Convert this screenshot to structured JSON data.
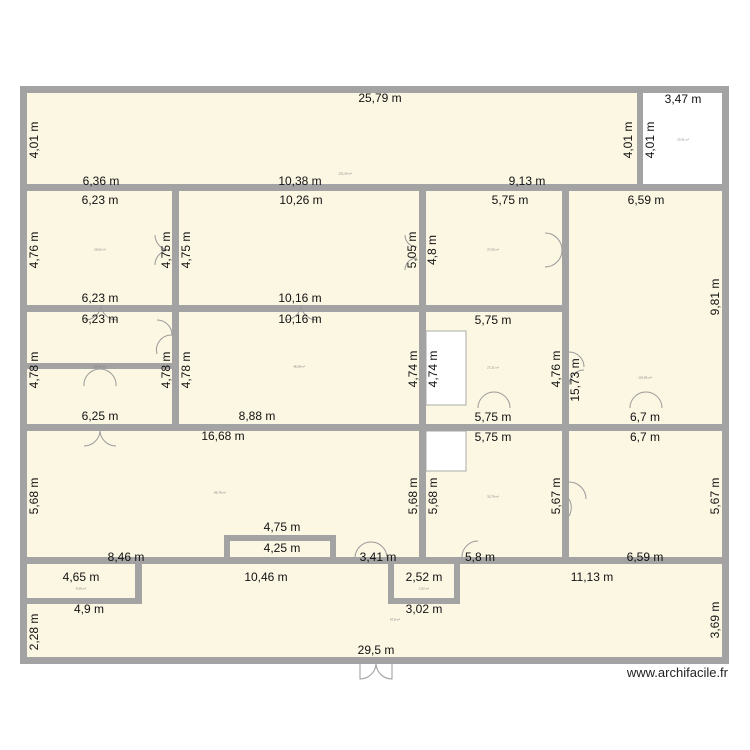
{
  "colors": {
    "room_fill": "#fcf7e3",
    "wall": "#a3a3a3",
    "white_room": "#ffffff"
  },
  "watermark": "www.archifacile.fr",
  "dimensions": {
    "h": [
      "25,79 m",
      "6,36 m",
      "10,38 m",
      "9,13 m",
      "3,47 m",
      "6,23 m",
      "10,26 m",
      "5,75 m",
      "6,59 m",
      "6,23 m",
      "10,16 m",
      "6,23 m",
      "10,16 m",
      "5,75 m",
      "6,25 m",
      "8,88 m",
      "5,75 m",
      "6,7 m",
      "16,68 m",
      "5,75 m",
      "6,7 m",
      "4,75 m",
      "4,25 m",
      "8,46 m",
      "3,41 m",
      "5,8 m",
      "6,59 m",
      "4,65 m",
      "10,46 m",
      "2,52 m",
      "11,13 m",
      "4,9 m",
      "3,02 m",
      "29,5 m"
    ],
    "v": [
      "4,01 m",
      "4,01 m",
      "4,01 m",
      "4,76 m",
      "4,75 m",
      "4,75 m",
      "5,05 m",
      "4,8 m",
      "9,81 m",
      "4,78 m",
      "4,78 m",
      "4,78 m",
      "4,74 m",
      "4,74 m",
      "4,76 m",
      "15,73 m",
      "5,68 m",
      "5,68 m",
      "5,68 m",
      "5,67 m",
      "5,67 m",
      "2,28 m",
      "3,69 m"
    ]
  },
  "areas": [
    "132,18 m²",
    "13,91 m²",
    "29,62 m²",
    "27,63 m²",
    "24,60 m²",
    "48,28 m²",
    "27,21 m²",
    "101,86 m²",
    "86,78 m²",
    "32,79 m²",
    "8,38 m²",
    "2,92 m²",
    "97,8 m²"
  ]
}
